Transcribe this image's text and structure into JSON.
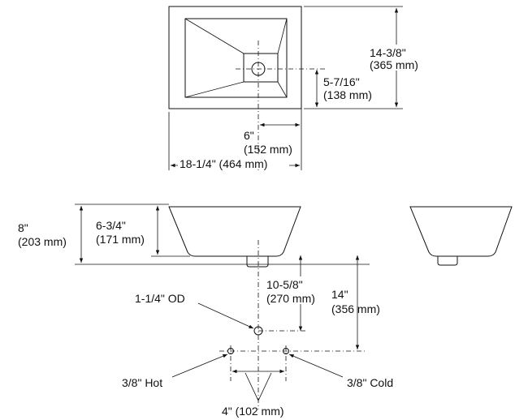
{
  "top_view": {
    "depth_label": "14-3/8\"",
    "depth_label_mm": "(365 mm)",
    "drain_offset_y": "5-7/16\"",
    "drain_offset_y_mm": "(138 mm)",
    "drain_offset_x": "6\"",
    "drain_offset_x_mm": "(152 mm)",
    "width_label": "18-1/4\" (464 mm)"
  },
  "side_view": {
    "height_label": "8\"",
    "height_label_mm": "(203 mm)",
    "bowl_height_label": "6-3/4\"",
    "bowl_height_label_mm": "(171 mm)",
    "drain_height_label": "10-5/8\"",
    "drain_height_label_mm": "(270 mm)",
    "supply_height_label": "14\"",
    "supply_height_label_mm": "(356 mm)",
    "drain_od_label": "1-1/4\" OD",
    "hot_label": "3/8\" Hot",
    "cold_label": "3/8\" Cold",
    "supply_spacing_label": "4\" (102 mm)"
  }
}
